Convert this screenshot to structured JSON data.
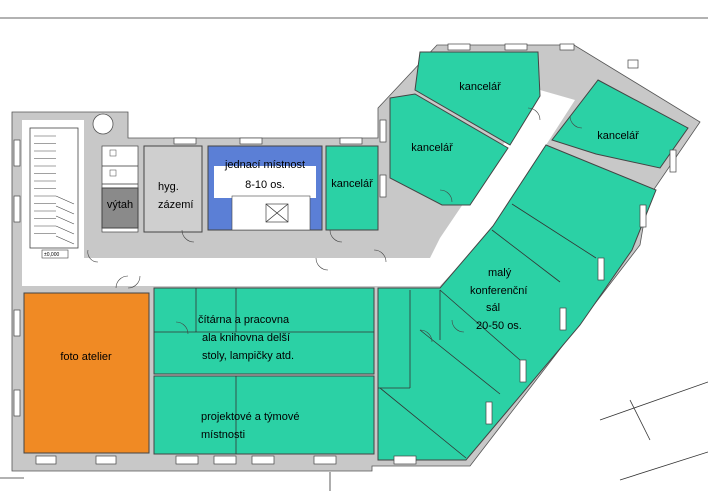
{
  "colors": {
    "office": "#2bd1a5",
    "meeting": "#5b7fd6",
    "hygiene": "#cfcfcf",
    "lift": "#8a8a8a",
    "studio": "#f08a24",
    "wall": "#c8c8c8",
    "corridor": "#ffffff"
  },
  "rooms": {
    "office_top": {
      "label": "kancelář",
      "color_key": "office"
    },
    "office_mid": {
      "label": "kancelář",
      "color_key": "office"
    },
    "office_right": {
      "label": "kancelář",
      "color_key": "office"
    },
    "office_small": {
      "label": "kancelář",
      "color_key": "office"
    },
    "meeting": {
      "label_line1": "jednací místnost",
      "label_line2": "8-10 os.",
      "color_key": "meeting"
    },
    "hygiene": {
      "label_line1": "hyg.",
      "label_line2": "zázemí",
      "color_key": "hygiene"
    },
    "lift": {
      "label": "výtah",
      "color_key": "lift"
    },
    "studio": {
      "label": "foto atelier",
      "color_key": "studio"
    },
    "reading": {
      "label_line1": "čítárna a pracovna",
      "label_line2": "ala knihovna delší",
      "label_line3": "stoly, lampičky atd.",
      "color_key": "office"
    },
    "project": {
      "label_line1": "projektové a týmové",
      "label_line2": "místnosti",
      "color_key": "office"
    },
    "conference": {
      "label_line1": "malý",
      "label_line2": "konferenční",
      "label_line3": "sál",
      "label_line4": "20-50 os.",
      "color_key": "office"
    }
  },
  "level_mark": {
    "text": "±0,000"
  }
}
